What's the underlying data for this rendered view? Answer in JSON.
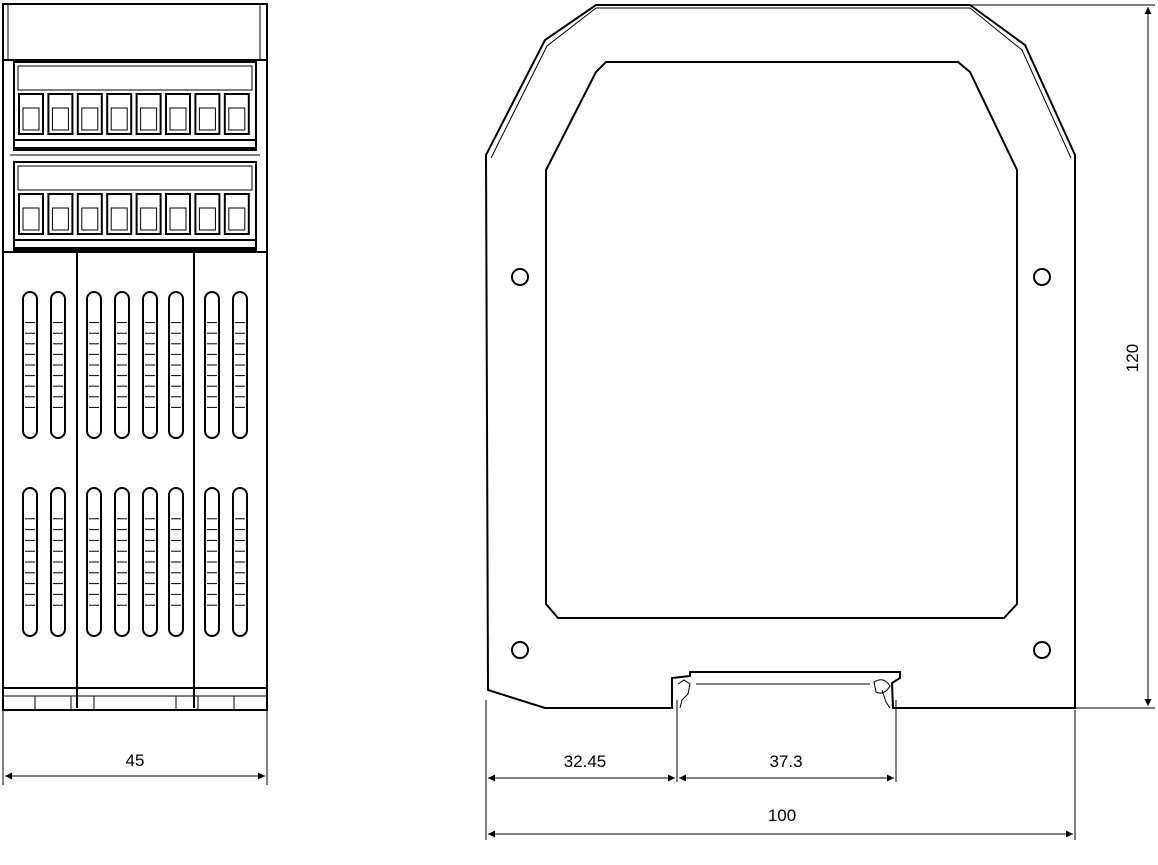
{
  "front_view": {
    "width_label": "45"
  },
  "side_view": {
    "width_label": "100",
    "left_offset_label": "32.45",
    "rail_width_label": "37.3",
    "height_label": "120"
  },
  "colors": {
    "line": "#000000",
    "background": "#ffffff"
  }
}
